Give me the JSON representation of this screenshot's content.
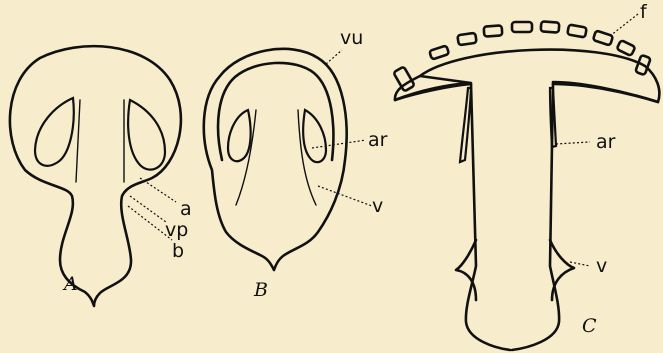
{
  "figures": {
    "A": {
      "caption": "A",
      "labels": {
        "a": "a",
        "vp": "vp",
        "b": "b"
      }
    },
    "B": {
      "caption": "B",
      "labels": {
        "vu": "vu",
        "ar": "ar",
        "v": "v"
      }
    },
    "C": {
      "caption": "C",
      "labels": {
        "f": "f",
        "ar": "ar",
        "v": "v"
      }
    }
  },
  "colors": {
    "background": "#f7eccb",
    "ink": "#111111"
  }
}
